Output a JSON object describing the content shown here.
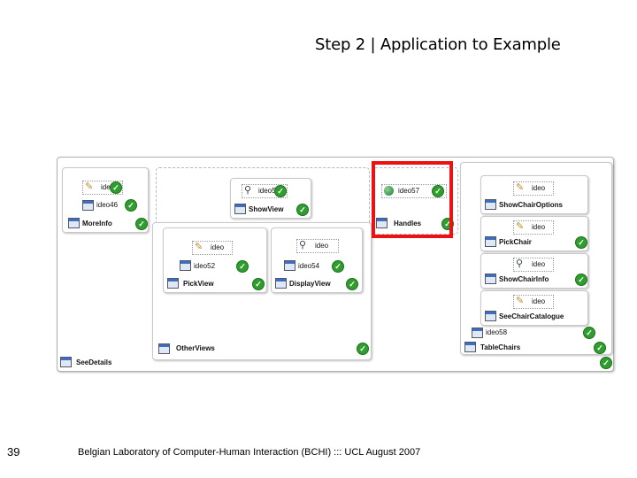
{
  "slide": {
    "title": "Step 2 | Application to Example",
    "number": "39",
    "footer": "Belgian Laboratory of Computer-Human Interaction (BCHI) ::: UCL August 2007"
  },
  "diagram": {
    "highlight_color": "#ee1111",
    "check_color": "#2f9e2f",
    "root_label": "SeeDetails",
    "moreinfo": {
      "label": "MoreInfo",
      "ideo_a": "ideo",
      "ideo_b": "ideo46"
    },
    "showview": {
      "label": "ShowView",
      "ideo": "ideo5"
    },
    "handles": {
      "label": "Handles",
      "ideo": "ideo57"
    },
    "otherviews": {
      "label": "OtherViews"
    },
    "pickview": {
      "label": "PickView",
      "ideo_a": "ideo",
      "ideo_b": "ideo52"
    },
    "displayview": {
      "label": "DisplayView",
      "ideo_a": "ideo",
      "ideo_b": "ideo54"
    },
    "tablechairs": {
      "label": "TableChairs",
      "items": [
        {
          "label": "ShowChairOptions",
          "ideo": "ideo"
        },
        {
          "label": "PickChair",
          "ideo": "ideo"
        },
        {
          "label": "ShowChairInfo",
          "ideo": "ideo"
        },
        {
          "label": "SeeChairCatalogue",
          "ideo": "ideo"
        }
      ],
      "ideo_bottom": "ideo58"
    },
    "icons": [
      "pencil-icon",
      "magnifier-icon",
      "globe-icon",
      "grid-icon",
      "check-icon"
    ]
  }
}
